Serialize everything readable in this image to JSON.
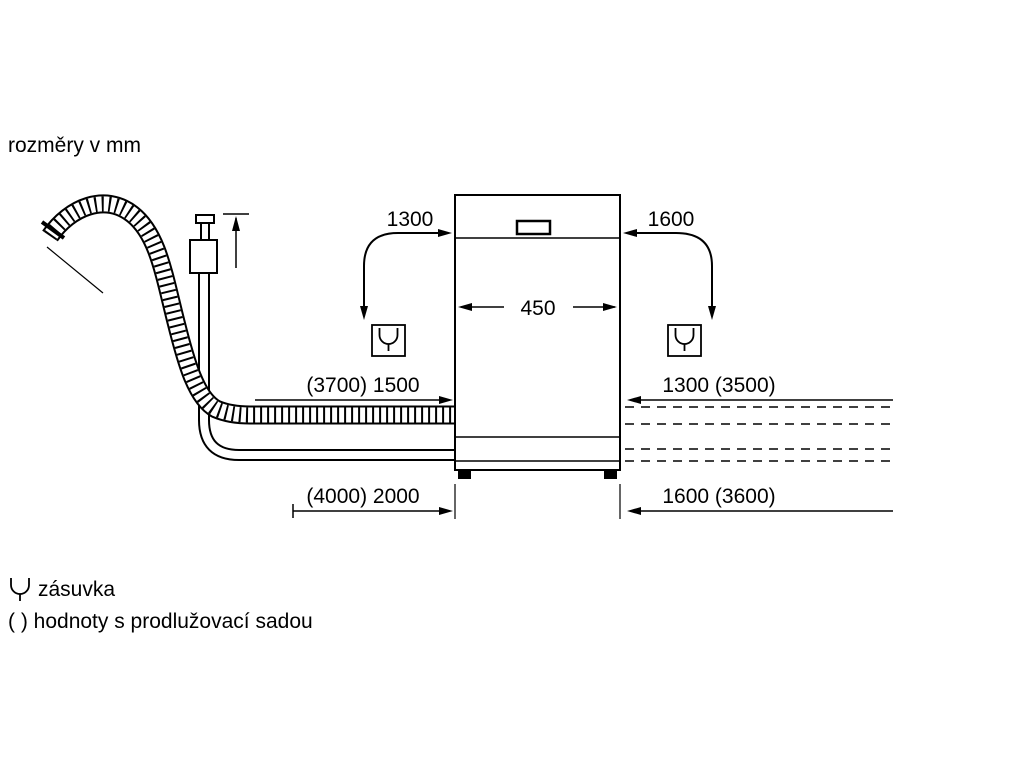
{
  "title": "rozměry v mm",
  "appliance": {
    "width_label": "450"
  },
  "dimensions": {
    "top_left": "1300",
    "top_right": "1600",
    "mid_left": "(3700) 1500",
    "mid_right": "1300 (3500)",
    "bottom_left": "(4000) 2000",
    "bottom_right": "1600 (3600)"
  },
  "legend": {
    "socket": "zásuvka",
    "parentheses_note": "( ) hodnoty s prodlužovací sadou"
  },
  "icons": {
    "socket": "socket-icon"
  },
  "colors": {
    "line": "#000000",
    "background": "#ffffff"
  }
}
